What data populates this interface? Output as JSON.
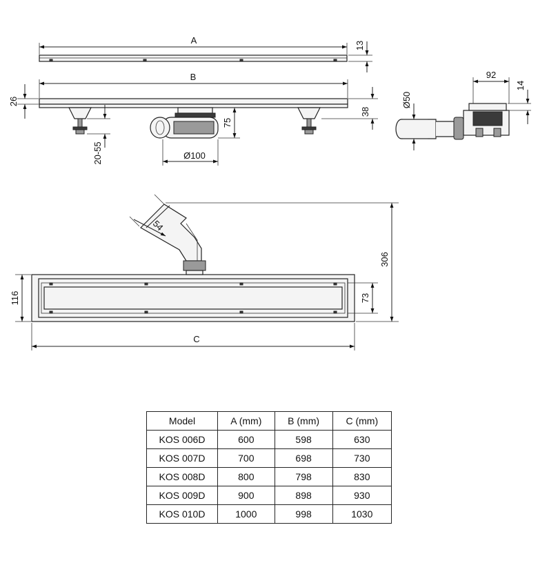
{
  "dimensions": {
    "a": "A",
    "b": "B",
    "c": "C",
    "d13": "13",
    "d26": "26",
    "d38": "38",
    "d75": "75",
    "d20_55": "20-55",
    "d100": "Ø100",
    "d50": "Ø50",
    "d92": "92",
    "d14": "14",
    "d54": "54",
    "d306": "306",
    "d116": "116",
    "d73": "73"
  },
  "table": {
    "headers": [
      "Model",
      "A (mm)",
      "B (mm)",
      "C (mm)"
    ],
    "rows": [
      [
        "KOS 006D",
        "600",
        "598",
        "630"
      ],
      [
        "KOS 007D",
        "700",
        "698",
        "730"
      ],
      [
        "KOS 008D",
        "800",
        "798",
        "830"
      ],
      [
        "KOS 009D",
        "900",
        "898",
        "930"
      ],
      [
        "KOS 010D",
        "1000",
        "998",
        "1030"
      ]
    ]
  }
}
